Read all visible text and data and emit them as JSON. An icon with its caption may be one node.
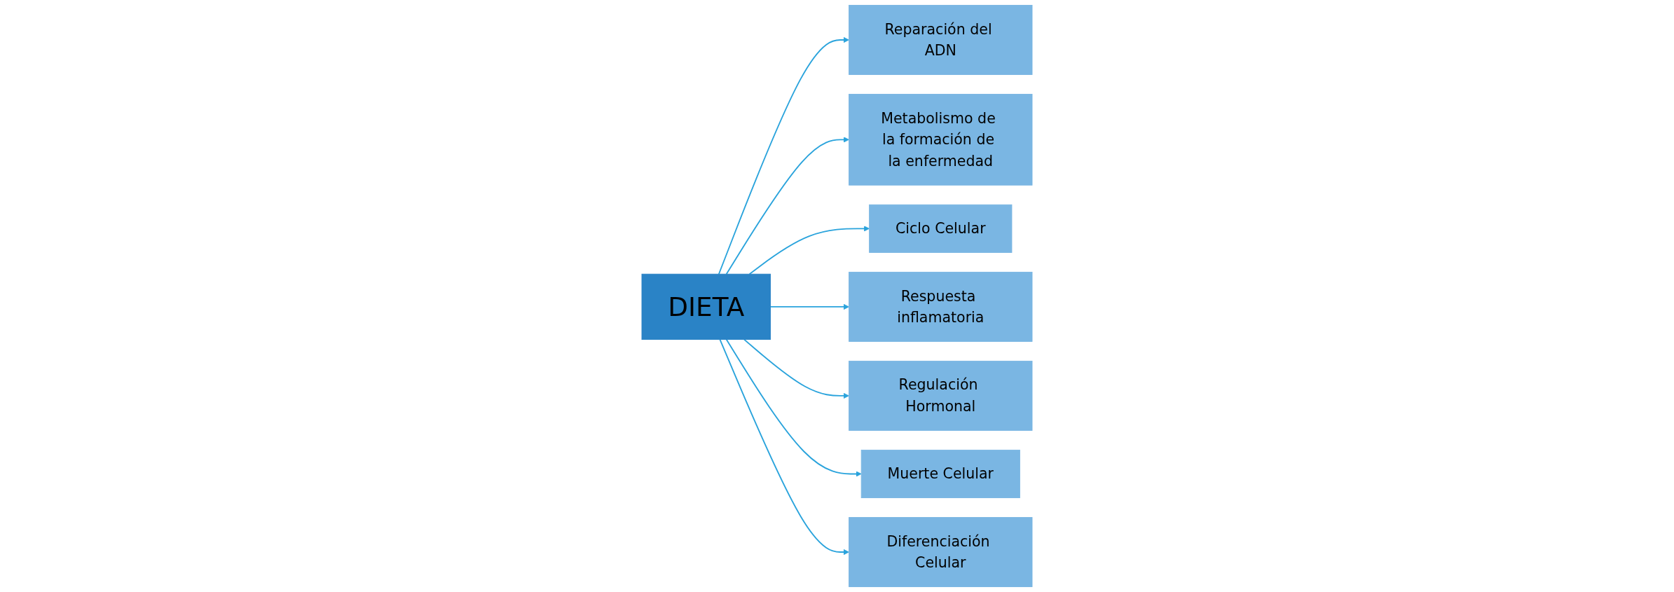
{
  "diagram": {
    "nodes": [
      {
        "text": [
          "Reparación del ADN"
        ]
      },
      {
        "text": [
          "Metabolismo de la formación de la enfermedad"
        ]
      },
      {
        "text": [
          "Respuesta inflamatoria"
        ]
      },
      {
        "text": [
          "DIETA"
        ]
      },
      {
        "text": [
          "Ciclo Celular"
        ]
      },
      {
        "text": [
          "Regulación Hormonal"
        ]
      },
      {
        "text": [
          "Muerte Celular"
        ]
      },
      {
        "text": [
          "Diferenciación Celular"
        ]
      }
    ],
    "edges": [
      {
        "from": 3,
        "to": 0,
        "arrow": "to"
      },
      {
        "from": 3,
        "to": 1,
        "arrow": "to"
      },
      {
        "from": 3,
        "to": 4,
        "arrow": "to"
      },
      {
        "from": 3,
        "to": 2,
        "arrow": "to"
      },
      {
        "from": 3,
        "to": 5,
        "arrow": "to"
      },
      {
        "from": 3,
        "to": 6,
        "arrow": "to"
      },
      {
        "from": 3,
        "to": 7,
        "arrow": "to"
      }
    ]
  }
}
